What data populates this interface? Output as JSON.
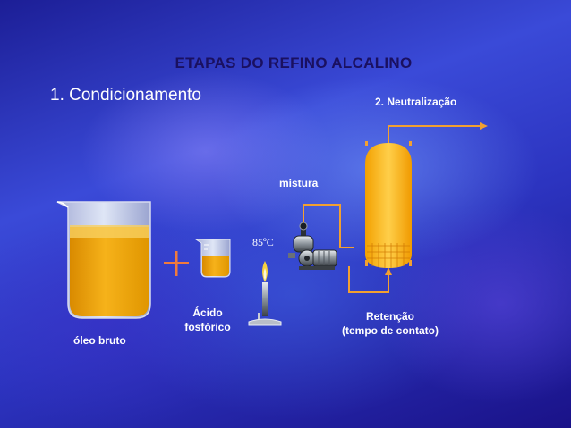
{
  "title": "ETAPAS DO REFINO ALCALINO",
  "step_1": "1. Condicionamento",
  "step_2": "2. Neutralização",
  "labels": {
    "mixing": "mistura",
    "temperature": "85ºC",
    "crude_oil": "óleo bruto",
    "acid_line1": "Ácido",
    "acid_line2": "fosfórico",
    "retention_line1": "Retenção",
    "retention_line2": "(tempo de contato)"
  },
  "colors": {
    "oil": "#f0a000",
    "flow_line": "#f2a030",
    "plus_sign": "#f07a3c",
    "title": "#1a1060"
  }
}
